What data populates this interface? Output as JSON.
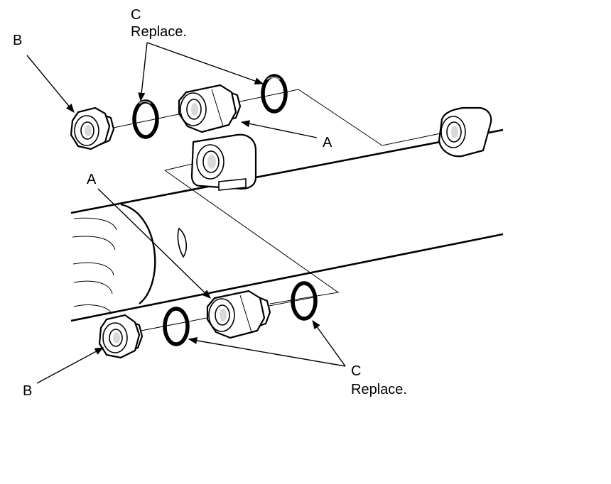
{
  "labels": {
    "b_top": "B",
    "c_top": "C",
    "c_top_note": "Replace.",
    "a_top": "A",
    "a_mid": "A",
    "b_bottom": "B",
    "c_bottom": "C",
    "c_bottom_note": "Replace."
  },
  "colors": {
    "line": "#000000",
    "background": "#ffffff",
    "shading": "#d9d9d9"
  },
  "icons": [
    "arrow-head"
  ]
}
